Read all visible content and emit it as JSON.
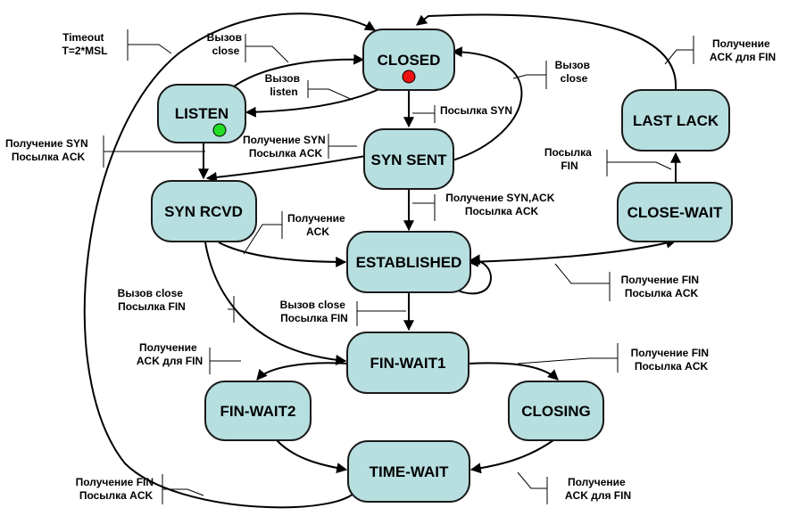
{
  "states": {
    "closed": "CLOSED",
    "listen": "LISTEN",
    "syn_sent": "SYN SENT",
    "syn_rcvd": "SYN RCVD",
    "established": "ESTABLISHED",
    "fin_wait1": "FIN-WAIT1",
    "fin_wait2": "FIN-WAIT2",
    "closing": "CLOSING",
    "time_wait": "TIME-WAIT",
    "close_wait": "CLOSE-WAIT",
    "last_lack": "LAST LACK"
  },
  "labels": {
    "timeout": [
      "Timeout",
      "T=2*MSL"
    ],
    "call_close_1": [
      "Вызов",
      "close"
    ],
    "call_listen": [
      "Вызов",
      "listen"
    ],
    "call_close_2": [
      "Вызов",
      "close"
    ],
    "send_syn": [
      "Посылка SYN"
    ],
    "recv_syn_send_ack_left": [
      "Получение SYN",
      "Посылка ACK"
    ],
    "recv_syn_send_ack_mid": [
      "Получение SYN",
      "Посылка ACK"
    ],
    "recv_synack_send_ack": [
      "Получение SYN,ACK",
      "Посылка ACK"
    ],
    "recv_ack": [
      "Получение",
      "ACK"
    ],
    "call_close_send_fin_left": [
      "Вызов close",
      "Посылка FIN"
    ],
    "call_close_send_fin_mid": [
      "Вызов close",
      "Посылка FIN"
    ],
    "recv_ack_for_fin_left": [
      "Получение",
      "ACK для FIN"
    ],
    "recv_fin_send_ack_right": [
      "Получение FIN",
      "Посылка ACK"
    ],
    "recv_fin_send_ack_est": [
      "Получение FIN",
      "Посылка ACK"
    ],
    "recv_fin_send_ack_bottom": [
      "Получение FIN",
      "Посылка ACK"
    ],
    "recv_ack_for_fin_bottom": [
      "Получение",
      "ACK для FIN"
    ],
    "send_fin": [
      "Посылка",
      "FIN"
    ],
    "recv_ack_for_fin_top": [
      "Получение",
      "ACK для FIN"
    ]
  },
  "colors": {
    "state_fill": "#b7dfe0",
    "closed_dot": "#ee1111",
    "listen_dot": "#22dd22"
  }
}
